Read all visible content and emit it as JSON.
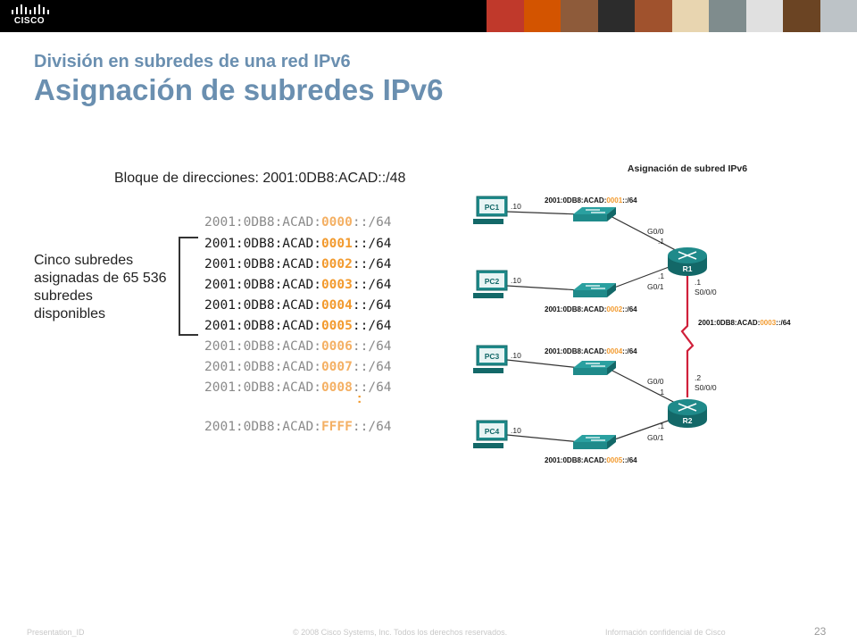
{
  "header": {
    "logo_text": "CISCO",
    "photo_colors": [
      "#c0392b",
      "#d35400",
      "#8e5b3a",
      "#2c2c2c",
      "#a0522d",
      "#e8d5b0",
      "#7f8c8d",
      "#e0e0e0",
      "#6b4423",
      "#bdc3c7"
    ]
  },
  "slide": {
    "subtitle": "División en subredes de una red IPv6",
    "title": "Asignación de subredes IPv6"
  },
  "left": {
    "block_label": "Bloque de direcciones: 2001:0DB8:ACAD::/48",
    "side_label": "Cinco subredes asignadas de 65 536 subredes disponibles",
    "addresses": [
      {
        "prefix": "2001:0DB8:ACAD:",
        "subnet": "0000",
        "suffix": "::/64",
        "style": "dim"
      },
      {
        "prefix": "2001:0DB8:ACAD:",
        "subnet": "0001",
        "suffix": "::/64",
        "style": "dark"
      },
      {
        "prefix": "2001:0DB8:ACAD:",
        "subnet": "0002",
        "suffix": "::/64",
        "style": "dark"
      },
      {
        "prefix": "2001:0DB8:ACAD:",
        "subnet": "0003",
        "suffix": "::/64",
        "style": "dark"
      },
      {
        "prefix": "2001:0DB8:ACAD:",
        "subnet": "0004",
        "suffix": "::/64",
        "style": "dark"
      },
      {
        "prefix": "2001:0DB8:ACAD:",
        "subnet": "0005",
        "suffix": "::/64",
        "style": "dark"
      },
      {
        "prefix": "2001:0DB8:ACAD:",
        "subnet": "0006",
        "suffix": "::/64",
        "style": "dim"
      },
      {
        "prefix": "2001:0DB8:ACAD:",
        "subnet": "0007",
        "suffix": "::/64",
        "style": "dim"
      },
      {
        "prefix": "2001:0DB8:ACAD:",
        "subnet": "0008",
        "suffix": "::/64",
        "style": "dim"
      },
      {
        "prefix": "2001:0DB8:ACAD:",
        "subnet": "FFFF",
        "suffix": "::/64",
        "style": "dim"
      }
    ],
    "vertical_dots": ":"
  },
  "diagram": {
    "title": "Asignación de subred IPv6",
    "pcs": [
      "PC1",
      "PC2",
      "PC3",
      "PC4"
    ],
    "host_ip": ".10",
    "routers": [
      "R1",
      "R2"
    ],
    "lans": [
      {
        "prefix": "2001:0DB8:ACAD:",
        "subnet": "0001",
        "suffix": "::/64"
      },
      {
        "prefix": "2001:0DB8:ACAD:",
        "subnet": "0002",
        "suffix": "::/64"
      },
      {
        "prefix": "2001:0DB8:ACAD:",
        "subnet": "0004",
        "suffix": "::/64"
      },
      {
        "prefix": "2001:0DB8:ACAD:",
        "subnet": "0005",
        "suffix": "::/64"
      }
    ],
    "wan": {
      "prefix": "2001:0DB8:ACAD:",
      "subnet": "0003",
      "suffix": "::/64"
    },
    "interfaces": {
      "g00": "G0/0",
      "g01": "G0/1",
      "s000": "S0/0/0",
      "dot1": ".1",
      "dot2": ".2"
    },
    "colors": {
      "device": "#1f8a8a",
      "device_dark": "#136868",
      "serial": "#d0203a",
      "accent": "#f29a2e"
    }
  },
  "footer": {
    "presentation_id": "Presentation_ID",
    "copyright": "© 2008 Cisco Systems, Inc. Todos los derechos reservados.",
    "confidential": "Información confidencial de Cisco",
    "page_number": "23"
  }
}
